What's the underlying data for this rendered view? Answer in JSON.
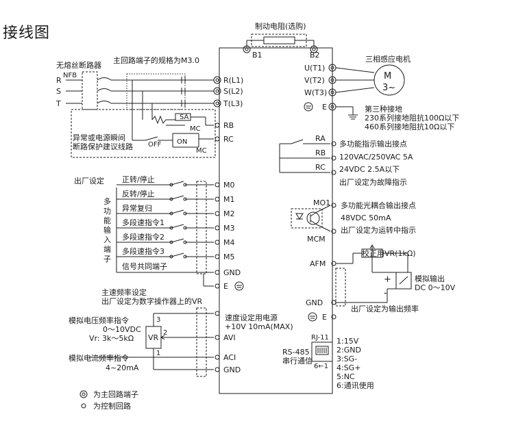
{
  "title": "接线图",
  "brake": {
    "label": "制动电阻(选购)",
    "b1": "B1",
    "b2": "B2"
  },
  "main_spec": "主回路端子的规格为M3.0",
  "breaker": {
    "label": "无熔丝断路器",
    "nfb": "NFB"
  },
  "phases": [
    "R",
    "S",
    "T"
  ],
  "input_terminals": [
    "R(L1)",
    "S(L2)",
    "T(L3)"
  ],
  "sa": "SA",
  "mc": "MC",
  "off": "OFF",
  "on": "ON",
  "rb": "RB",
  "rc": "RC",
  "protect_note": [
    "异常或电源瞬间",
    "断路保护建议线路"
  ],
  "motor": {
    "label": "三相感应电机",
    "m": "M",
    "phase": "3~"
  },
  "output_terminals": [
    "U(T1)",
    "V(T2)",
    "W(T3)"
  ],
  "ground_terminal": "E",
  "ground_note": [
    "第三种接地",
    "230系列接地阻抗100Ω以下",
    "460系列接地阻抗10Ω以下"
  ],
  "relay": {
    "ra": "RA",
    "rb": "RB",
    "rc": "RC",
    "label": "多功能指示输出接点",
    "rating1": "120VAC/250VAC  5A",
    "rating2": "24VDC  2.5A以下",
    "factory": "出厂设定为故障指示"
  },
  "mo": {
    "mo1": "MO1",
    "mcm": "MCM",
    "label": "多功能光耦合输出接点",
    "rating": "48VDC 50mA",
    "factory": "出厂设定为运转中指示"
  },
  "factory_setting": "出厂设定",
  "multi_label": "多功能输入端子",
  "inputs": [
    {
      "terminal": "M0",
      "function": "正转/停止"
    },
    {
      "terminal": "M1",
      "function": "反转/停止"
    },
    {
      "terminal": "M2",
      "function": "异常复归"
    },
    {
      "terminal": "M3",
      "function": "多段速指令1"
    },
    {
      "terminal": "M4",
      "function": "多段速指令2"
    },
    {
      "terminal": "M5",
      "function": "多段速指令3"
    }
  ],
  "common": "信号共同端子",
  "gnd": "GND",
  "main_freq": [
    "主速频率设定",
    "出厂设定为数字操作器上的VR"
  ],
  "power_label": [
    "速度设定用电源",
    "+10V 10mA(MAX)"
  ],
  "voltage_cmd": [
    "模拟电压频率指令",
    "0～10VDC",
    "Vr:  3k～5kΩ"
  ],
  "vr": "VR",
  "pins": [
    "3",
    "2",
    "1"
  ],
  "plus10v": "+10V",
  "avi": "AVI",
  "aci": "ACI",
  "current_cmd": [
    "模拟电流频率指令",
    "4~20mA"
  ],
  "afm": "AFM",
  "calib": "校正用VR(1kΩ)",
  "analog_out": [
    "模拟输出",
    "DC 0～10V"
  ],
  "afm_factory": "出厂设定为输出频率",
  "rs485": {
    "rj": "RJ-11",
    "label1": "RS-485",
    "label2": "串行通信",
    "pins_note": "6←1",
    "pins": [
      "1:15V",
      "2:GND",
      "3:SG-",
      "4:SG+",
      "5:NC",
      "6:通讯使用"
    ]
  },
  "legend": [
    "为主回路端子",
    "为控制回路"
  ]
}
